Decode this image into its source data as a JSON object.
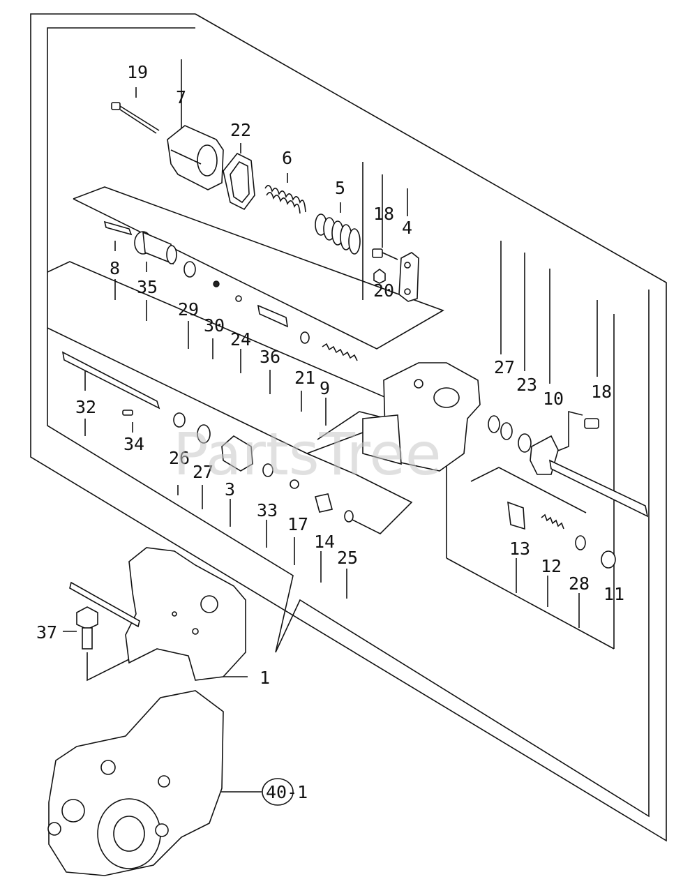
{
  "watermark": "PartsTree",
  "callouts": [
    "19",
    "7",
    "22",
    "6",
    "5",
    "18",
    "4",
    "8",
    "35",
    "29",
    "30",
    "24",
    "36",
    "20",
    "21",
    "9",
    "27",
    "23",
    "10",
    "18",
    "32",
    "34",
    "26",
    "27",
    "3",
    "33",
    "17",
    "14",
    "25",
    "13",
    "12",
    "28",
    "11",
    "37",
    "1"
  ],
  "assembly_ref": "40-1"
}
